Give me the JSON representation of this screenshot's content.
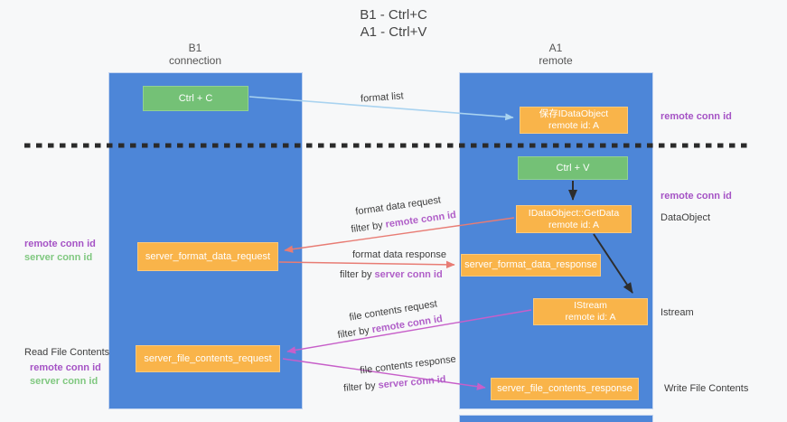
{
  "title": {
    "line1": "B1 - Ctrl+C",
    "line2": "A1 - Ctrl+V"
  },
  "columns": {
    "b1": {
      "name": "B1",
      "subtitle": "connection"
    },
    "a1": {
      "name": "A1",
      "subtitle": "remote"
    }
  },
  "boxes": {
    "ctrl_c": {
      "label": "Ctrl + C"
    },
    "save_idataobject": {
      "line1": "保存IDataObject",
      "line2": "remote id: A"
    },
    "ctrl_v": {
      "label": "Ctrl + V"
    },
    "getdata": {
      "line1": "IDataObject::GetData",
      "line2": "remote id: A"
    },
    "server_format_data_request": {
      "label": "server_format_data_request"
    },
    "server_format_data_response": {
      "label": "server_format_data_response"
    },
    "istream": {
      "line1": "IStream",
      "line2": "remote id: A"
    },
    "server_file_contents_request": {
      "label": "server_file_contents_request"
    },
    "server_file_contents_response": {
      "label": "server_file_contents_response"
    }
  },
  "flow_labels": {
    "format_list": "format list",
    "format_data_request": {
      "line1": "format data request",
      "filter_prefix": "filter by ",
      "filter_key": "remote conn id"
    },
    "format_data_response": {
      "line1": "format data response",
      "filter_prefix": "filter by ",
      "filter_key": "server conn id"
    },
    "file_contents_request": {
      "line1": "file contents request",
      "filter_prefix": "filter by ",
      "filter_key": "remote conn id"
    },
    "file_contents_response": {
      "line1": "file contents response",
      "filter_prefix": "filter by ",
      "filter_key": "server conn id"
    }
  },
  "side_labels": {
    "right": {
      "remote_conn_id_top": "remote conn id",
      "remote_conn_id_mid": "remote conn id",
      "dataobject": "DataObject",
      "istream": "Istream",
      "write_file_contents": "Write File Contents"
    },
    "left": {
      "remote_conn_id_mid": "remote conn id",
      "server_conn_id_mid": "server conn id",
      "read_file_contents": "Read File Contents",
      "remote_conn_id_bottom": "remote conn id",
      "server_conn_id_bottom": "server conn id"
    }
  },
  "colors": {
    "column_blue": "#4d86d8",
    "box_green": "#74c176",
    "box_orange": "#f9b44a",
    "label_purple": "#a553c5",
    "label_green": "#80c880",
    "arrow_blue": "#a9d3f0",
    "arrow_salmon": "#e87c74",
    "arrow_magenta": "#c75fc9",
    "arrow_black": "#2d2d2d",
    "divider_black": "#2b2b2b"
  }
}
